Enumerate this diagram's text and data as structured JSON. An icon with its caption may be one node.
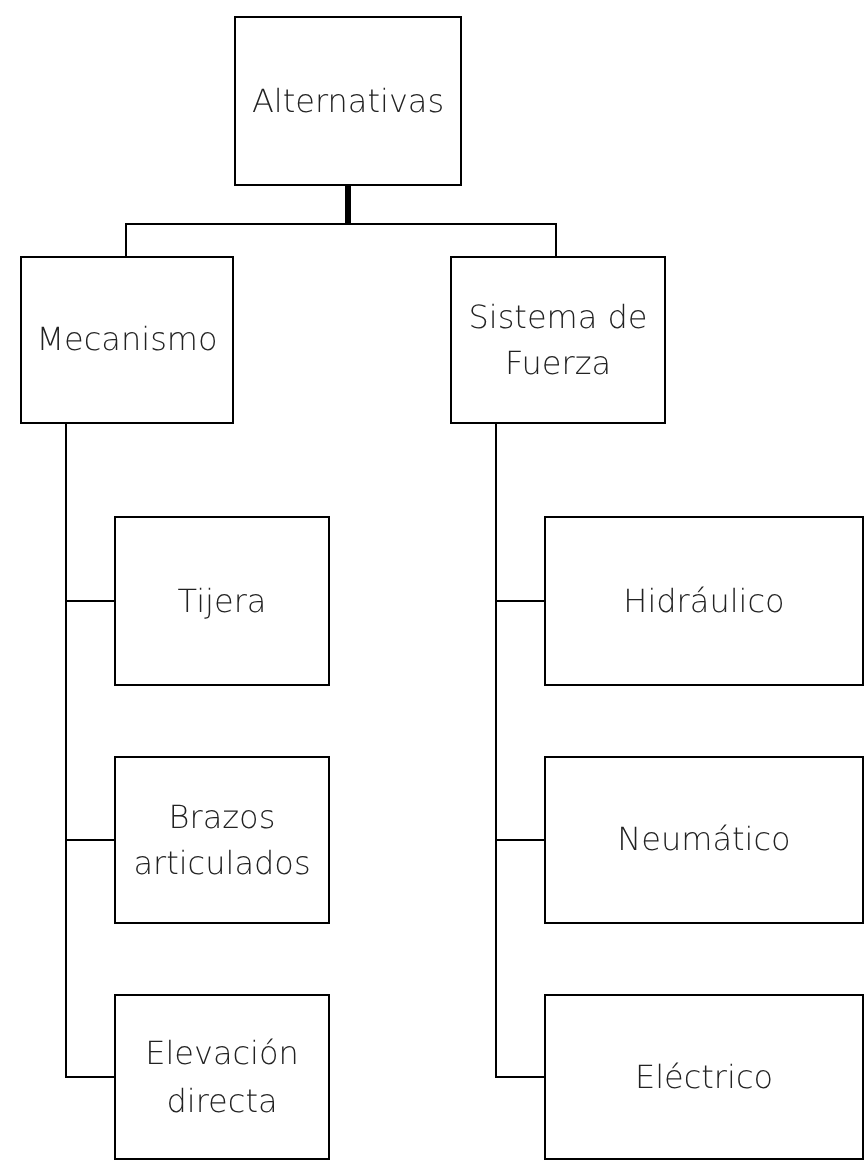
{
  "diagram": {
    "nodes": [
      {
        "text": [
          "Alternativas"
        ]
      },
      {
        "text": [
          "Mecanismo"
        ]
      },
      {
        "text": [
          "Sistema de Fuerza"
        ]
      },
      {
        "text": [
          "Tijera"
        ]
      },
      {
        "text": [
          "Brazos articulados"
        ]
      },
      {
        "text": [
          "Elevación directa"
        ]
      },
      {
        "text": [
          "Hidráulico"
        ]
      },
      {
        "text": [
          "Neumático"
        ]
      },
      {
        "text": [
          "Eléctrico"
        ]
      }
    ],
    "edges": [
      {
        "from": 0,
        "to": 1,
        "arrow": "none"
      },
      {
        "from": 0,
        "to": 2,
        "arrow": "none"
      },
      {
        "from": 1,
        "to": 3,
        "arrow": "none"
      },
      {
        "from": 1,
        "to": 4,
        "arrow": "none"
      },
      {
        "from": 1,
        "to": 5,
        "arrow": "none"
      },
      {
        "from": 2,
        "to": 6,
        "arrow": "none"
      },
      {
        "from": 2,
        "to": 7,
        "arrow": "none"
      },
      {
        "from": 2,
        "to": 8,
        "arrow": "none"
      }
    ]
  }
}
